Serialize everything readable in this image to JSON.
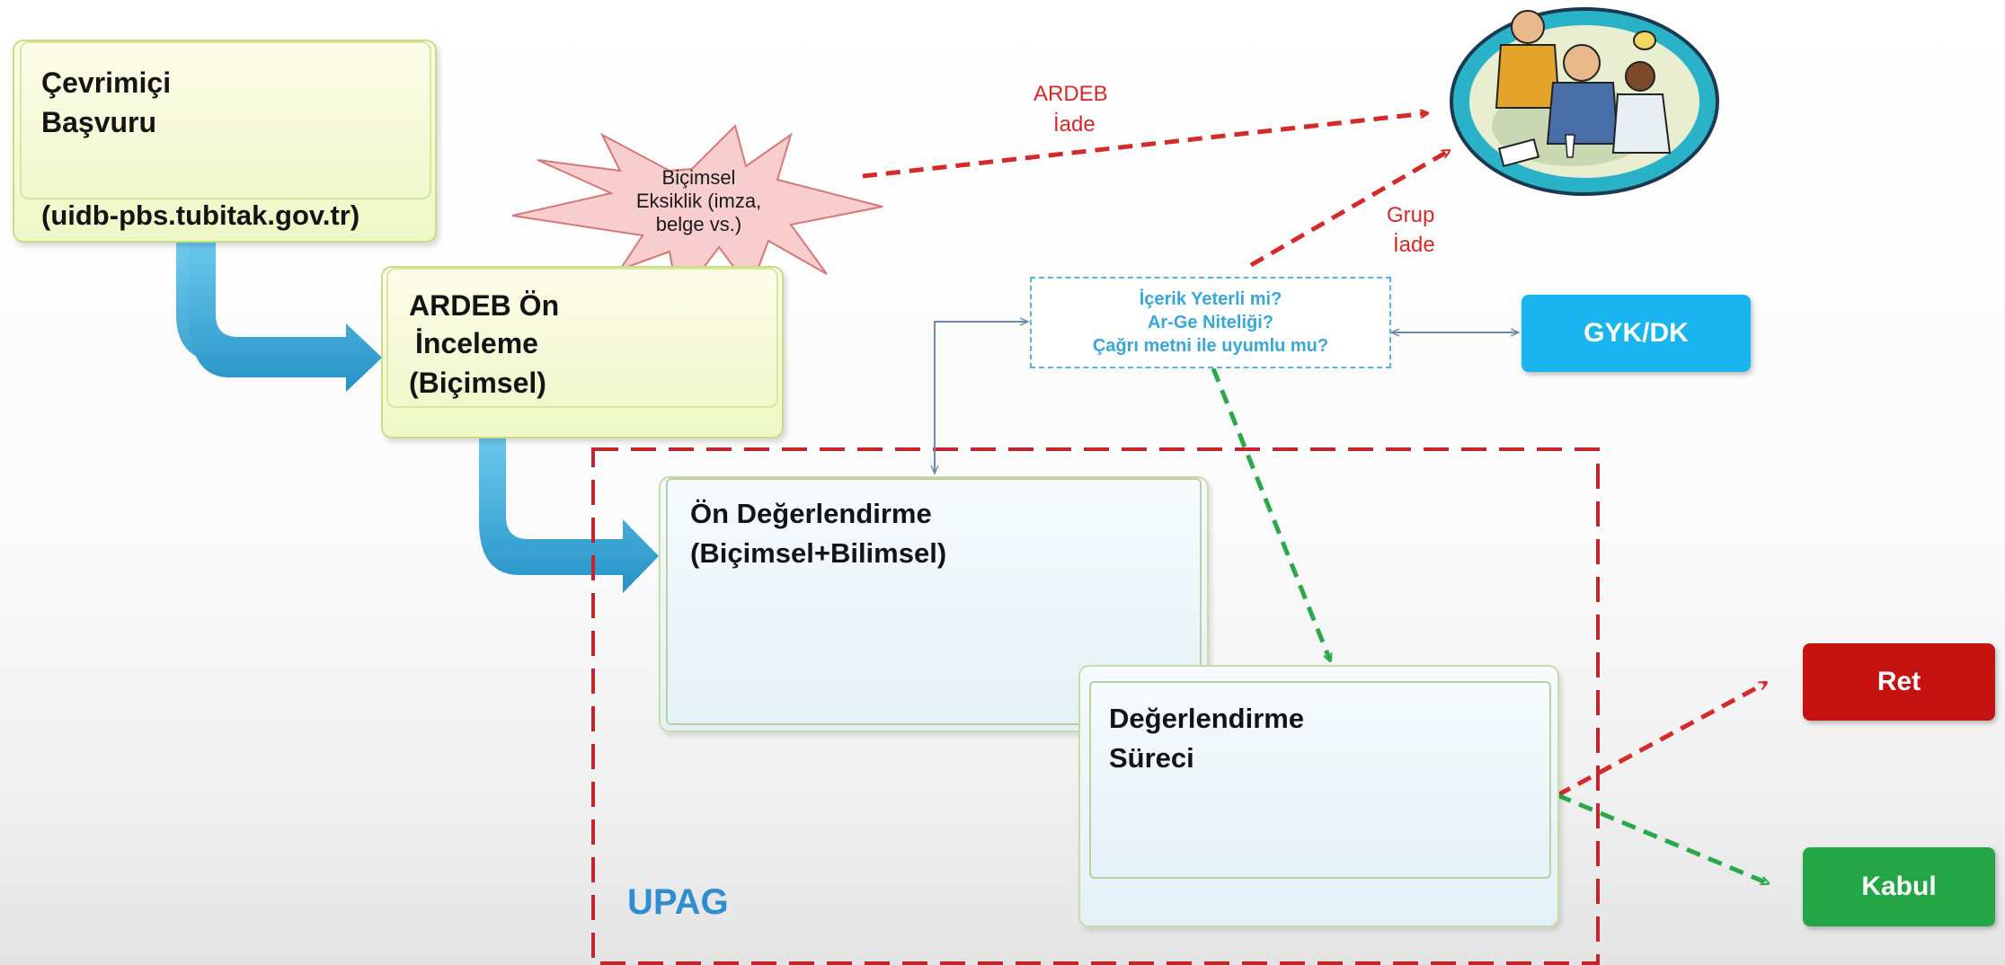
{
  "boxes": {
    "cevrimici": {
      "line1": "Çevrimiçi",
      "line2": "Başvuru",
      "url": "(uidb-pbs.tubitak.gov.tr)"
    },
    "on_inceleme": {
      "line1": "ARDEB Ön",
      "line2": "İnceleme",
      "line3": "(Biçimsel)"
    },
    "on_degerlendirme": {
      "line1": "Ön Değerlendirme",
      "line2": "(Biçimsel+Bilimsel)"
    },
    "degerlendirme": {
      "line1": "Değerlendirme",
      "line2": "Süreci"
    }
  },
  "starburst": {
    "line1": "Biçimsel",
    "line2": "Eksiklik (imza,",
    "line3": "belge vs.)"
  },
  "labels": {
    "ardeb": "ARDEB",
    "ardeb_iade": "İade",
    "grup": "Grup",
    "grup_iade": "İade",
    "upag": "UPAG"
  },
  "question": {
    "line1": "İçerik Yeterli mi?",
    "line2": "Ar-Ge Niteliği?",
    "line3": "Çağrı metni ile uyumlu mu?"
  },
  "outcomes": {
    "gyk": "GYK/DK",
    "ret": "Ret",
    "kabul": "Kabul"
  },
  "colors": {
    "red_dash": "#d42a2a",
    "green_dash": "#2aa84a",
    "blue_arrow": "#3aa8d8",
    "gyk": "#1ab4ee",
    "ret": "#c3120f",
    "kabul": "#24a647",
    "upag": "#2e8ed0"
  },
  "icons": [
    "typist-icon",
    "magnifier-icon",
    "magnifier-glass-icon",
    "business-people-icon",
    "meeting-people-icon"
  ]
}
